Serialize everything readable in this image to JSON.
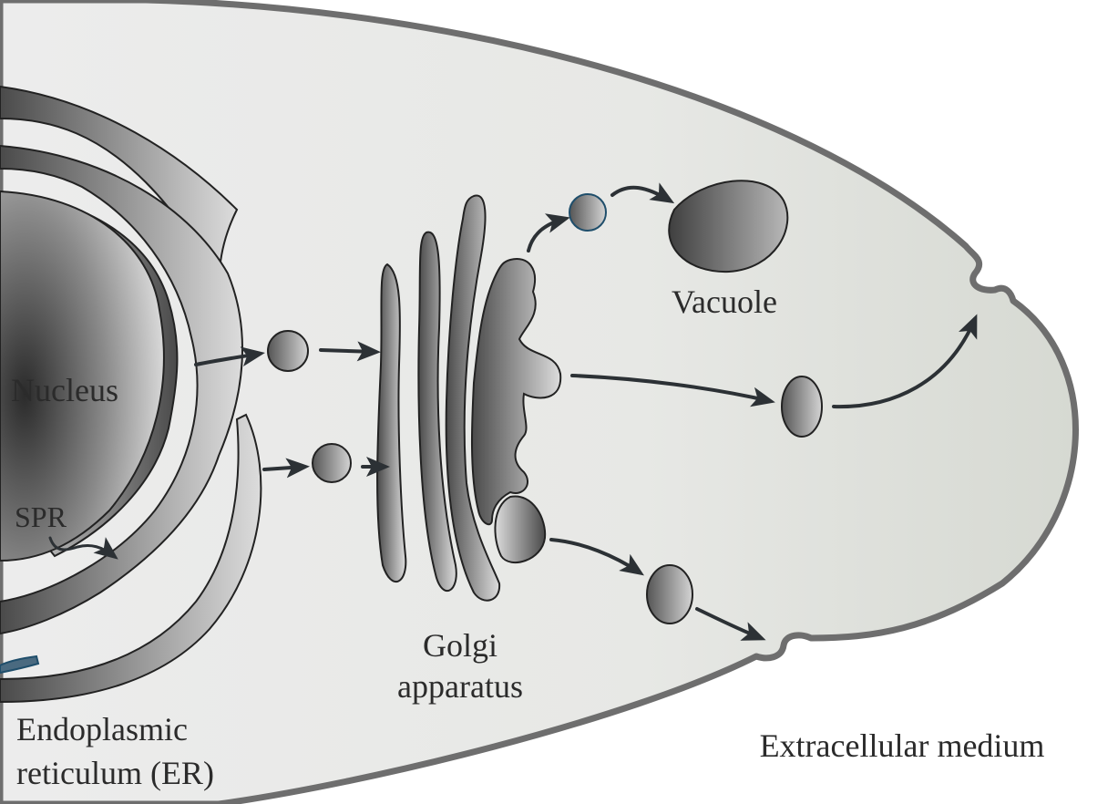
{
  "labels": {
    "nucleus": "Nucleus",
    "spr": "SPR",
    "er_line1": "Endoplasmic",
    "er_line2": "reticulum (ER)",
    "golgi_line1": "Golgi",
    "golgi_line2": "apparatus",
    "vacuole": "Vacuole",
    "extracellular": "Extracellular medium"
  },
  "colors": {
    "membrane": "#6e6e6e",
    "cytoplasm": "#e6e8e3",
    "organelle_dark": "#4f4f4f",
    "organelle_light": "#d8d8d8",
    "arrow": "#2c3135",
    "outline": "#222222",
    "vesicle_highlight": "#1f4e6b"
  }
}
